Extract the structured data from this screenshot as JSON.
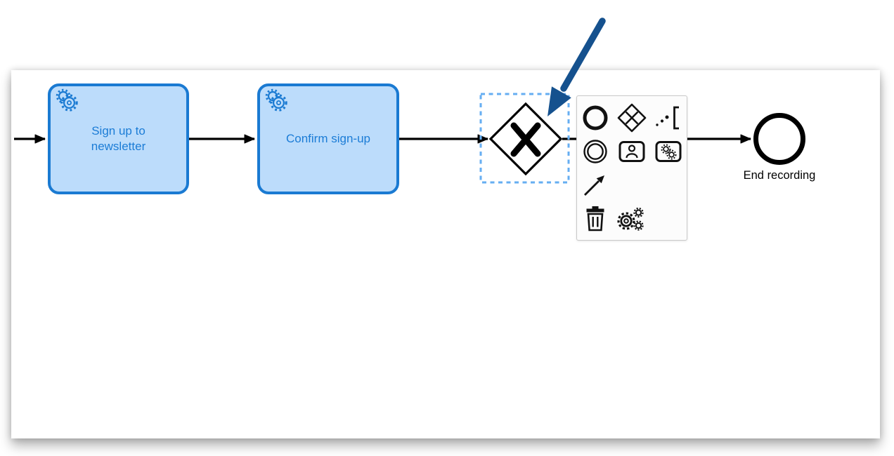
{
  "canvas": {
    "tasks": [
      {
        "id": "task-1",
        "type": "service-task",
        "label": "Sign up to newsletter",
        "marker_icon": "gears-icon"
      },
      {
        "id": "task-2",
        "type": "service-task",
        "label": "Confirm sign-up",
        "marker_icon": "gears-icon"
      }
    ],
    "gateway": {
      "type": "exclusive-gateway",
      "symbol": "X",
      "selected": true
    },
    "end_event": {
      "label": "End recording"
    },
    "flow_count": 4
  },
  "context_pad": {
    "items": [
      {
        "icon": "end-event-icon",
        "action": "append-end-event"
      },
      {
        "icon": "gateway-icon",
        "action": "append-gateway"
      },
      {
        "icon": "text-annotation-icon",
        "action": "append-text-annotation"
      },
      {
        "icon": "intermediate-event-icon",
        "action": "append-intermediate-event"
      },
      {
        "icon": "user-task-icon",
        "action": "append-user-task"
      },
      {
        "icon": "service-task-icon",
        "action": "append-service-task"
      },
      {
        "icon": "connect-arrow-icon",
        "action": "connect"
      },
      {
        "icon": "trash-icon",
        "action": "delete"
      },
      {
        "icon": "gears-icon",
        "action": "change-element"
      }
    ]
  },
  "annotation": {
    "type": "callout-arrow",
    "points_at": "exclusive-gateway",
    "color": "#15518e"
  },
  "colors": {
    "task_fill": "#bcdcfb",
    "task_stroke": "#1a7ad2",
    "task_text": "#1b7cd6",
    "flow_stroke": "#000000",
    "selection_dash": "#66aef2",
    "pad_background": "#fcfcfc",
    "pad_border": "#c9c9c9",
    "pad_icon": "#111111",
    "annotation_arrow": "#15518e",
    "canvas_background": "#ffffff"
  }
}
